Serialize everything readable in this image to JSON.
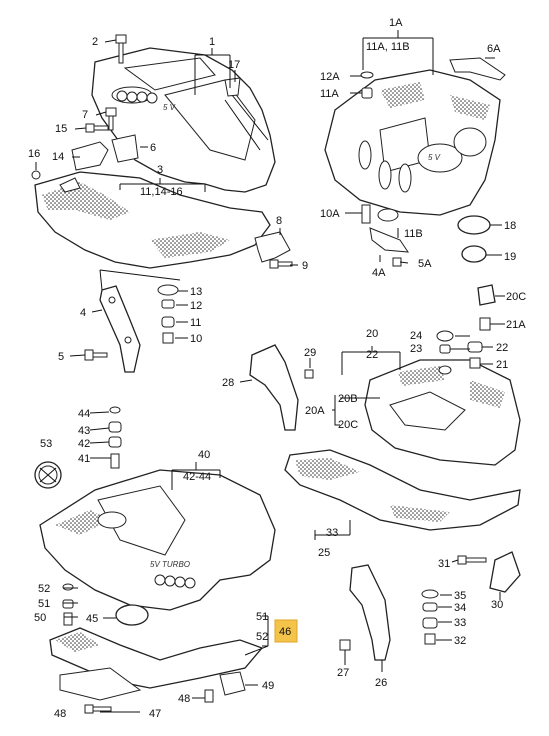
{
  "labels": {
    "l1": "1",
    "l2": "2",
    "l3": "3",
    "l3sub": "11,14-16",
    "l4": "4",
    "l5": "5",
    "l6": "6",
    "l7": "7",
    "l8": "8",
    "l9": "9",
    "l10": "10",
    "l11": "11",
    "l12": "12",
    "l13": "13",
    "l14": "14",
    "l15": "15",
    "l16": "16",
    "l17": "17",
    "l18": "18",
    "l19": "19",
    "l1A": "1A",
    "l1Asub": "11A, 11B",
    "l4A": "4A",
    "l5A": "5A",
    "l6A": "6A",
    "l10A": "10A",
    "l11A": "11A",
    "l11B": "11B",
    "l12A": "12A",
    "l20": "20",
    "l20sub": "22",
    "l20A": "20A",
    "l20B": "20B",
    "l20C": "20C",
    "l20C2": "20C",
    "l21": "21",
    "l21A": "21A",
    "l22": "22",
    "l23": "23",
    "l24": "24",
    "l25": "25",
    "l26": "26",
    "l27": "27",
    "l28": "28",
    "l29": "29",
    "l30": "30",
    "l31": "31",
    "l32": "32",
    "l33": "33",
    "l33b": "33",
    "l34": "34",
    "l35": "35",
    "l40": "40",
    "l40sub": "42-44",
    "l41": "41",
    "l42": "42",
    "l43": "43",
    "l44": "44",
    "l45": "45",
    "l46": "46",
    "l47": "47",
    "l48": "48",
    "l48b": "48",
    "l49": "49",
    "l50": "50",
    "l51": "51",
    "l51b": "51",
    "l52": "52",
    "l52b": "52",
    "l53": "53"
  },
  "emblems": {
    "cover_top_left": "5 V",
    "cover_bottom": "5V TURBO",
    "cover_right": "5 V"
  },
  "colors": {
    "highlight": "#f4c34a",
    "line": "#222222"
  }
}
